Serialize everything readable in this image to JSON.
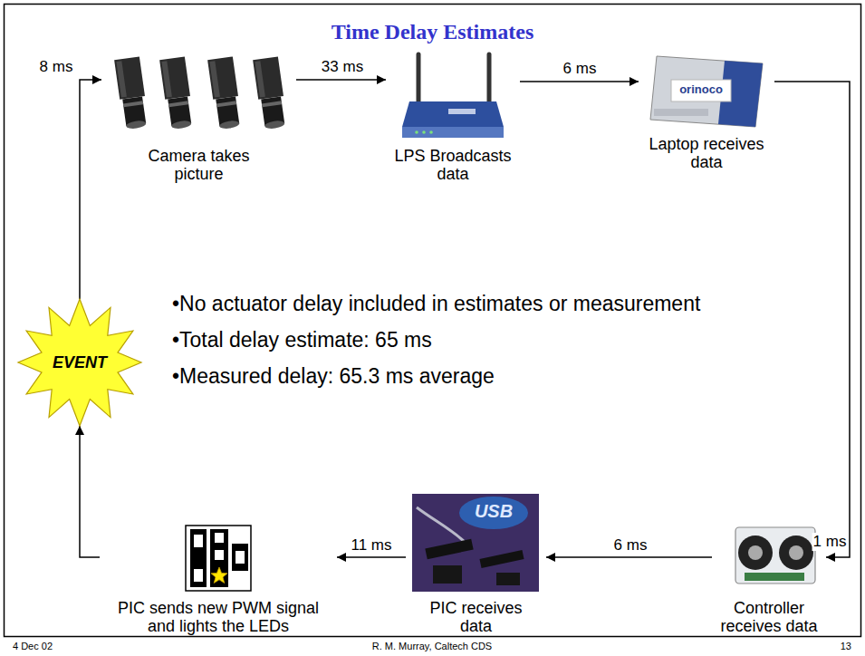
{
  "diagram": {
    "title": "Time Delay Estimates",
    "nodes": [
      {
        "text": [
          "Camera takes picture"
        ]
      },
      {
        "text": [
          "LPS Broadcasts data"
        ]
      },
      {
        "text": [
          "Laptop receives data"
        ]
      },
      {
        "text": [
          "EVENT"
        ]
      },
      {
        "text": [
          "PIC sends new PWM signal and lights the LEDs"
        ]
      },
      {
        "text": [
          "PIC receives data"
        ]
      },
      {
        "text": [
          "Controller receives data"
        ]
      }
    ],
    "edges": [
      {
        "from": 3,
        "to": 0,
        "label": "8 ms",
        "arrow": "to"
      },
      {
        "from": 0,
        "to": 1,
        "label": "33 ms",
        "arrow": "to"
      },
      {
        "from": 1,
        "to": 2,
        "label": "6 ms",
        "arrow": "to"
      },
      {
        "from": 2,
        "to": 6,
        "label": "1 ms",
        "arrow": "to"
      },
      {
        "from": 6,
        "to": 5,
        "label": "6 ms",
        "arrow": "to"
      },
      {
        "from": 5,
        "to": 4,
        "label": "11 ms",
        "arrow": "to"
      },
      {
        "from": 4,
        "to": 3,
        "arrow": "to"
      }
    ],
    "labels": [
      "•No actuator delay included in estimates or measurement",
      "•Total delay estimate: 65 ms",
      "•Measured delay: 65.3 ms average",
      "4 Dec 02",
      "R. M. Murray, Caltech CDS",
      "13",
      "orinoco",
      "USB"
    ]
  }
}
